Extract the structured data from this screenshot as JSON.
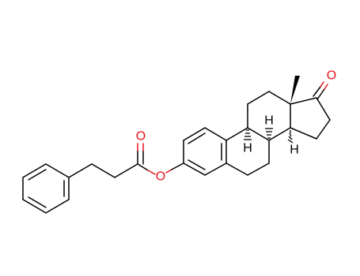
{
  "atoms": {
    "carbonyl_oxygen": "O",
    "ester_oxygen": "O",
    "ketone_oxygen": "O",
    "h_c9": "H",
    "h_c8": "H",
    "h_c14": "H"
  },
  "colors": {
    "oxygen": "#e8141c",
    "carbon": "#000000",
    "background": "#ffffff"
  }
}
